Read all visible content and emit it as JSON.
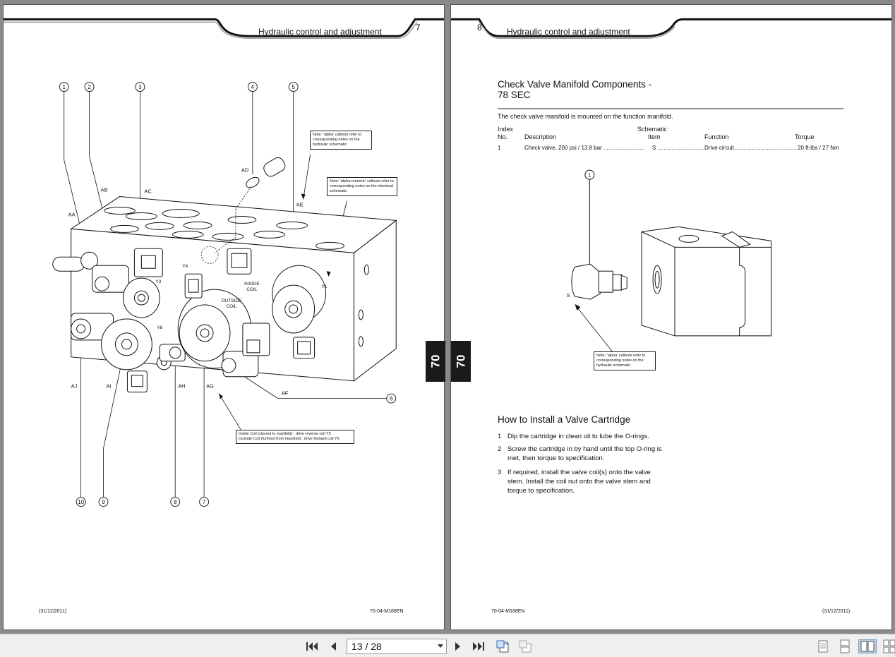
{
  "left_page": {
    "header_title": "Hydraulic control and adjustment",
    "page_number": "7",
    "side_tab": "70",
    "footer_date": "(31/12/2011)",
    "footer_code": "70-04-M188EN",
    "callouts": [
      "1",
      "2",
      "3",
      "4",
      "5",
      "6",
      "7",
      "8",
      "9",
      "10"
    ],
    "letter_labels": [
      "AA",
      "AB",
      "AC",
      "AD",
      "AE",
      "AF",
      "AG",
      "AH",
      "AI",
      "AJ"
    ],
    "component_labels": [
      "Y4",
      "Y3",
      "Y8",
      "Y1",
      "INSIDE",
      "COIL",
      "OUTSIDE",
      "COIL"
    ],
    "note_alpha": "Note: 'alpha' callouts refer to corresponding notes on the hydraulic schematic",
    "note_alphanumeric": "Note: 'alpha-numeric' callouts refer to corresponding notes on the electrical schematic",
    "coil_note_line1": "Inside Coil (closest to manifold) : drive reverse coil Y5",
    "coil_note_line2": "Outside Coil (furthest from manifold) : drive forward coil Y6"
  },
  "right_page": {
    "page_number": "8",
    "header_title": "Hydraulic control and adjustment",
    "side_tab": "70",
    "section_title_line1": "Check Valve Manifold Components -",
    "section_title_line2": "78 SEC",
    "intro": "The  check valve manifold is mounted on the function manifold.",
    "table": {
      "headers": {
        "index": "Index",
        "no": "No.",
        "description": "Description",
        "schematic": "Schematic",
        "item": "Item",
        "function": "Function",
        "torque": "Torque"
      },
      "rows": [
        {
          "index": "1",
          "description": "Check valve, 200 psi / 13.8 bar ..........................",
          "item": "S ................................",
          "function": "Drive circuit..........................................",
          "torque": "20 ft-lbs / 27 Nm"
        }
      ]
    },
    "diagram_callout": "1",
    "diagram_label": "S",
    "note_alpha": "Note: 'alpha' callouts refer to corresponding notes on the hydraulic schematic",
    "install_title": "How to Install a Valve Cartridge",
    "steps": [
      {
        "n": "1",
        "text": "Dip the cartridge in clean oil to lube the O-rings."
      },
      {
        "n": "2",
        "text": "Screw the cartridge in by hand until the top O-ring is met, then torque to specification."
      },
      {
        "n": "3",
        "text": "If required, install the valve coil(s) onto the valve stem. Install the coil nut onto the valve stem and torque to specification."
      }
    ],
    "footer_code": "70-04-M188EN",
    "footer_date": "(31/12/2011)"
  },
  "toolbar": {
    "page_indicator": "13 / 28",
    "icons": [
      "first-page-icon",
      "previous-page-icon",
      "next-page-icon",
      "last-page-icon",
      "rotate-icon",
      "copy-icon",
      "single-page-icon",
      "continuous-icon",
      "facing-icon",
      "continuous-facing-icon"
    ]
  },
  "colors": {
    "tab_background": "#1a1a1a",
    "viewer_background": "#8a8a8a",
    "toolbar_background": "#efefef",
    "active_view_button": "#b9cde4"
  }
}
